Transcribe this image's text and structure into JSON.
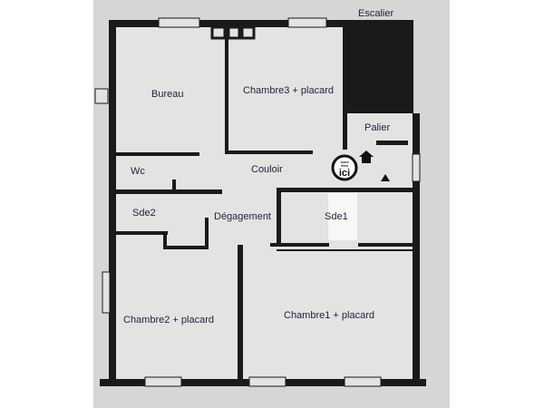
{
  "rooms": {
    "escalier": "Escalier",
    "bureau": "Bureau",
    "chambre3": "Chambre3 + placard",
    "palier": "Palier",
    "wc": "Wc",
    "couloir": "Couloir",
    "sde2": "Sde2",
    "degagement": "Dégagement",
    "sde1": "Sde1",
    "chambre2": "Chambre2 + placard",
    "chambre1": "Chambre1 + placard"
  },
  "marker": {
    "line1": "vous",
    "line2": "êtes",
    "line3": "ici"
  },
  "icons": [
    "house-icon",
    "triangle-icon"
  ],
  "colors": {
    "wall": "#1a1a1a",
    "paper": "#dcdcda",
    "floor": "#e3e3e1"
  }
}
